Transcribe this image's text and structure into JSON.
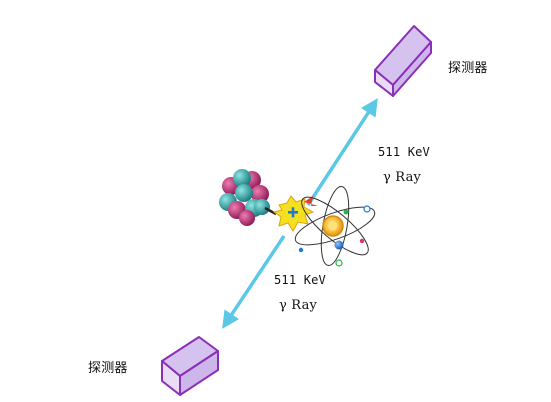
{
  "labels": {
    "detector_top": "探测器",
    "detector_bottom": "探测器",
    "energy_upper": "511 KeV",
    "ray_upper": "γ  Ray",
    "energy_lower": "511 KeV",
    "ray_lower": "γ  Ray"
  },
  "colors": {
    "ray": "#5bc8e6",
    "detector_face": "#e9ddf5",
    "detector_top": "#d6c2ef",
    "detector_side": "#cdb6ea",
    "detector_edge": "#8b2fb8",
    "nucleus_proton": "#b52a72",
    "nucleus_neutron": "#2aa7a8",
    "flash": "#f4e020",
    "positron": "#1f78d1",
    "atom_core": "#f2a81c",
    "electron_blue": "#1e7ad8"
  },
  "icons": {
    "nucleus": "nucleus-icon",
    "annihilation": "annihilation-flash-icon",
    "atom": "atom-icon",
    "detector": "detector-block-icon"
  }
}
